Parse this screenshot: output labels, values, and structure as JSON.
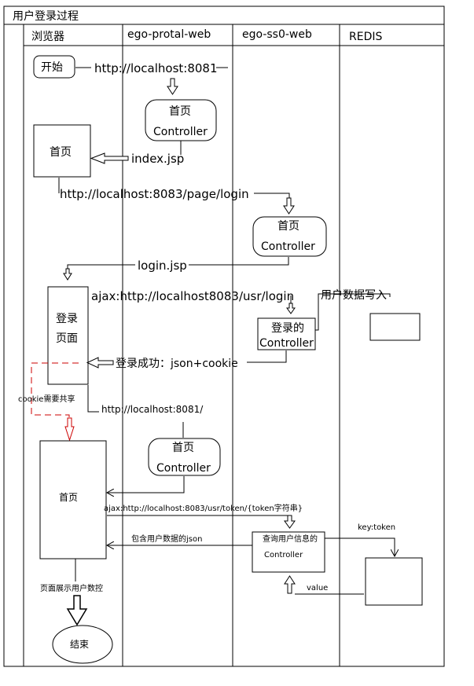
{
  "title": "用户登录过程",
  "lanes": [
    "浏览器",
    "ego-protal-web",
    "ego-ss0-web",
    "REDIS"
  ],
  "nodes": {
    "start": "开始",
    "home1": "首页",
    "portal_ctrl_1": [
      "首页",
      "Controller"
    ],
    "sso_ctrl_1": [
      "首页",
      "Controller"
    ],
    "login_page": [
      "登录",
      "页面"
    ],
    "login_ctrl": [
      "登录的",
      "Controller"
    ],
    "home2": "首页",
    "portal_ctrl_2": [
      "首页",
      "Controller"
    ],
    "query_ctrl": [
      "查询用户信息的",
      "Controller"
    ],
    "end": "结束"
  },
  "labels": {
    "url_8081": "http://localhost:8081",
    "index_jsp": "index.jsp",
    "url_page_login": "http://localhost:8083/page/login",
    "login_jsp": "login.jsp",
    "ajax_login": "ajax:http://localhost8083/usr/login",
    "write_user": "用户数据写入",
    "login_success": "登录成功：json+cookie",
    "cookie_share": "cookie需要共享",
    "url_8081_slash": "http://localhost:8081/",
    "ajax_token": "ajax:http://localhost:8083/usr/token/{token字符串}",
    "json_with_user": "包含用户数据的json",
    "key_token": "key:token",
    "value": "value",
    "show_user": "页面展示用户数控"
  }
}
